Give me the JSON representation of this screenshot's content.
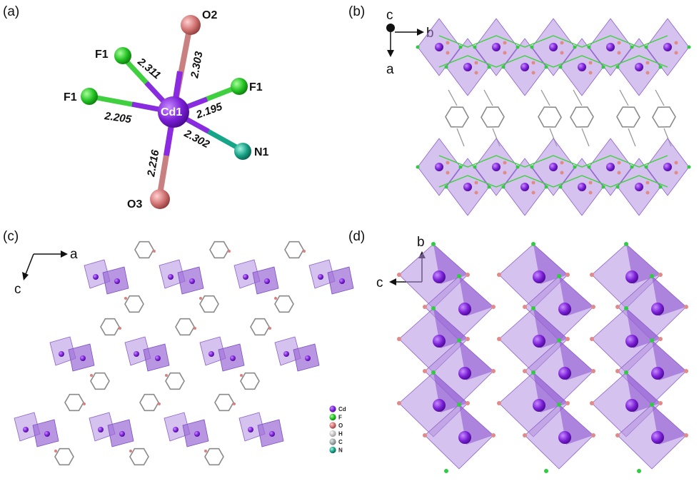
{
  "panels": {
    "a": {
      "label": "(a)",
      "atoms": {
        "cd": "Cd1",
        "o2": "O2",
        "o3": "O3",
        "f1_top": "F1",
        "f1_left": "F1",
        "f1_right": "F1",
        "n1": "N1"
      },
      "bonds": {
        "cd_o2": "2.303",
        "cd_f1_top": "2.311",
        "cd_f1_left": "2.205",
        "cd_f1_right": "2.195",
        "cd_n1": "2.302",
        "cd_o3": "2.216"
      }
    },
    "b": {
      "label": "(b)",
      "axes": {
        "c": "c",
        "b": "b",
        "a": "a"
      }
    },
    "c": {
      "label": "(c)",
      "axes": {
        "a": "a",
        "c": "c"
      },
      "legend": [
        {
          "label": "Cd",
          "color": "#8a2be2"
        },
        {
          "label": "F",
          "color": "#2ecc40"
        },
        {
          "label": "O",
          "color": "#e07a7a"
        },
        {
          "label": "H",
          "color": "#bfbfbf"
        },
        {
          "label": "C",
          "color": "#9aa5a5"
        },
        {
          "label": "N",
          "color": "#1abc9c"
        }
      ]
    },
    "d": {
      "label": "(d)",
      "axes": {
        "b": "b",
        "c": "c"
      }
    }
  },
  "colors": {
    "cd": "#8a2be2",
    "f": "#2ecc40",
    "o": "#d98080",
    "n": "#17a589",
    "polyhedron": "#b58fe0"
  }
}
